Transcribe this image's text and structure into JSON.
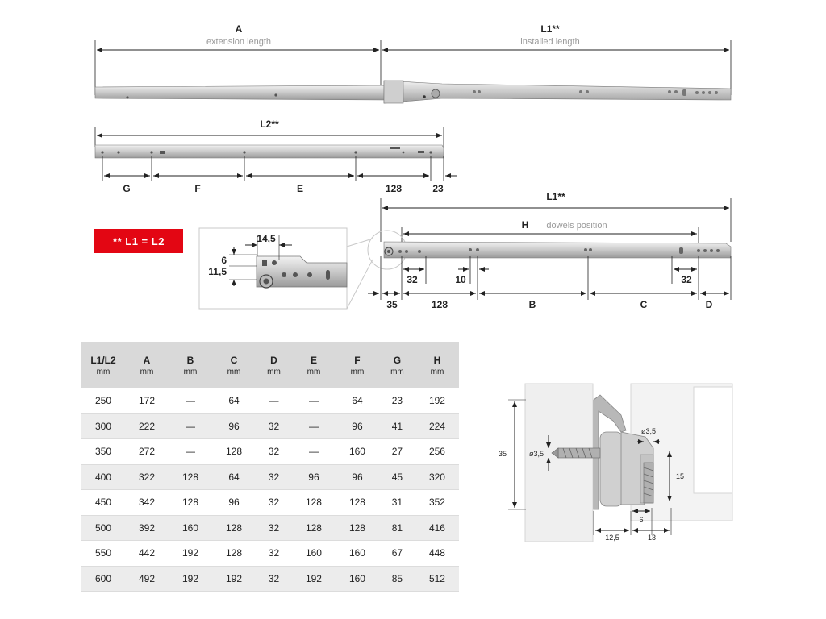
{
  "top_rail": {
    "label_a": "A",
    "label_a_sub": "extension length",
    "label_l1": "L1**",
    "label_l1_sub": "installed length"
  },
  "middle_rail": {
    "label_l2": "L2**",
    "segments": [
      "G",
      "F",
      "E",
      "128",
      "23"
    ]
  },
  "note": "** L1 = L2",
  "detail": {
    "w": "14,5",
    "h1": "6",
    "h2": "11,5"
  },
  "bottom_rail": {
    "label_l1": "L1**",
    "label_h": "H",
    "label_h_sub": "dowels position",
    "small_dims": [
      "32",
      "10",
      "32"
    ],
    "segments": [
      "35",
      "128",
      "B",
      "C",
      "D"
    ]
  },
  "table": {
    "unit": "mm",
    "headers": [
      "L1/L2",
      "A",
      "B",
      "C",
      "D",
      "E",
      "F",
      "G",
      "H"
    ],
    "rows": [
      [
        "250",
        "172",
        "—",
        "64",
        "—",
        "—",
        "64",
        "23",
        "192"
      ],
      [
        "300",
        "222",
        "—",
        "96",
        "32",
        "—",
        "96",
        "41",
        "224"
      ],
      [
        "350",
        "272",
        "—",
        "128",
        "32",
        "—",
        "160",
        "27",
        "256"
      ],
      [
        "400",
        "322",
        "128",
        "64",
        "32",
        "96",
        "96",
        "45",
        "320"
      ],
      [
        "450",
        "342",
        "128",
        "96",
        "32",
        "128",
        "128",
        "31",
        "352"
      ],
      [
        "500",
        "392",
        "160",
        "128",
        "32",
        "128",
        "128",
        "81",
        "416"
      ],
      [
        "550",
        "442",
        "192",
        "128",
        "32",
        "160",
        "160",
        "67",
        "448"
      ],
      [
        "600",
        "492",
        "192",
        "192",
        "32",
        "192",
        "160",
        "85",
        "512"
      ]
    ]
  },
  "screw_detail": {
    "height": "35",
    "dia_left": "ø3,5",
    "dia_right": "ø3,5",
    "h15": "15",
    "w6": "6",
    "w12": "12,5",
    "w13": "13"
  },
  "colors": {
    "accent": "#e30613",
    "rail": "#c8c8c8",
    "rail_dark": "#8a8a8a",
    "table_header": "#d9d9d9"
  }
}
